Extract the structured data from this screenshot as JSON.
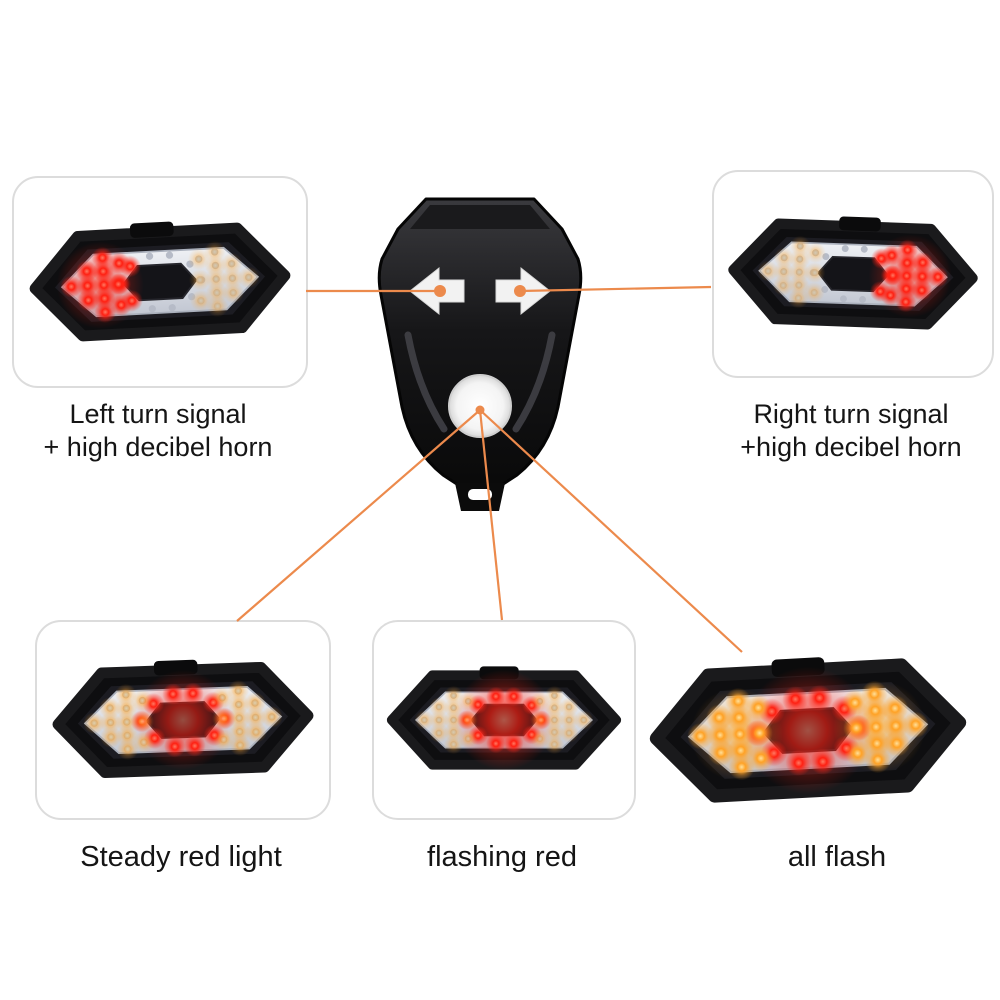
{
  "palette": {
    "connector": "#ec8a4c",
    "red_led": "#ff2012",
    "amber_led": "#ffa226",
    "body_black": "#0e0e10"
  },
  "callouts": {
    "top_left": {
      "line1": "Left turn signal",
      "line2": "+ high decibel horn"
    },
    "top_right": {
      "line1": "Right turn signal",
      "line2": "+high decibel horn"
    },
    "bottom_left": {
      "label": "Steady red light"
    },
    "bottom_center": {
      "label": "flashing red"
    },
    "bottom_right": {
      "label": "all flash"
    }
  },
  "remote": {
    "icons": [
      "left-arrow-button",
      "right-arrow-button",
      "horn-button"
    ]
  }
}
